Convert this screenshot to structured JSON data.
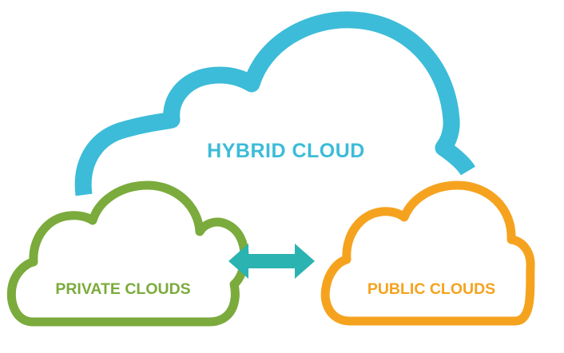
{
  "hybrid": {
    "label": "HYBRID CLOUD",
    "color": "#3cbcd8"
  },
  "private": {
    "label": "PRIVATE CLOUDS",
    "color": "#7bab3c"
  },
  "public": {
    "label": "PUBLIC CLOUDS",
    "color": "#f5a31f"
  },
  "connector": {
    "icon": "double-arrow-icon",
    "color": "#2ab3b0"
  }
}
